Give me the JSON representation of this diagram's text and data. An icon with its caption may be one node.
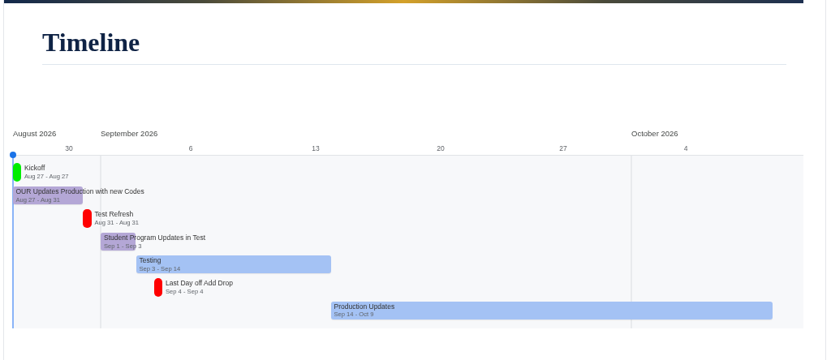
{
  "diagram": {
    "title": "Timeline",
    "nodes": [
      {
        "text": [
          "Kickoff",
          "Aug 27 - Aug 27"
        ]
      },
      {
        "text": [
          "OUR Updates Production with new Codes",
          "Aug 27 - Aug 31"
        ]
      },
      {
        "text": [
          "Test Refresh",
          "Aug 31 - Aug 31"
        ]
      },
      {
        "text": [
          "Student Program Updates in Test",
          "Sep 1 - Sep 3"
        ]
      },
      {
        "text": [
          "Testing",
          "Sep 3 - Sep 14"
        ]
      },
      {
        "text": [
          "Last Day off Add Drop",
          "Sep 4 - Sep 4"
        ]
      },
      {
        "text": [
          "Production Updates",
          "Sep 14 - Oct 9"
        ]
      }
    ],
    "labels": [
      "August 2026",
      "September 2026",
      "October 2026",
      "30",
      "6",
      "13",
      "20",
      "27",
      "4"
    ]
  }
}
